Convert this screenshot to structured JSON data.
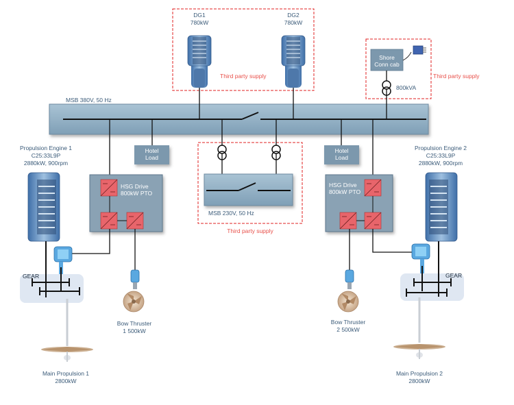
{
  "msb_main": "MSB 380V, 50 Hz",
  "msb_sub": "MSB 230V, 50 Hz",
  "dg1": {
    "name": "DG1",
    "power": "780kW"
  },
  "dg2": {
    "name": "DG2",
    "power": "780kW"
  },
  "third_party": "Third party supply",
  "shore": {
    "line1": "Shore",
    "line2": "Conn cab",
    "kva": "800kVA"
  },
  "hotel_left": {
    "line1": "Hotel",
    "line2": "Load"
  },
  "hotel_right": {
    "line1": "Hotel",
    "line2": "Load"
  },
  "engine1": {
    "line1": "Propulsion Engine 1",
    "line2": "C25:33L9P",
    "line3": "2880kW, 900rpm"
  },
  "engine2": {
    "line1": "Propulsion Engine 2",
    "line2": "C25:33L9P",
    "line3": "2880kW, 900rpm"
  },
  "hsg_left": {
    "line1": "HSG Drive",
    "line2": "800kW PTO"
  },
  "hsg_right": {
    "line1": "HSG Drive",
    "line2": "800kW PTO"
  },
  "gear": "GEAR",
  "bow1": {
    "line1": "Bow Thruster",
    "line2": "1 500kW"
  },
  "bow2": {
    "line1": "Bow Thruster",
    "line2": "2 500kW"
  },
  "prop1": {
    "line1": "Main Propulsion 1",
    "line2": "2800kW"
  },
  "prop2": {
    "line1": "Main Propulsion 2",
    "line2": "2800kW"
  },
  "colors": {
    "bus": "#8fb0c6",
    "box": "#7c98ad",
    "converter": "#e8656b",
    "dashed": "#e02020"
  }
}
